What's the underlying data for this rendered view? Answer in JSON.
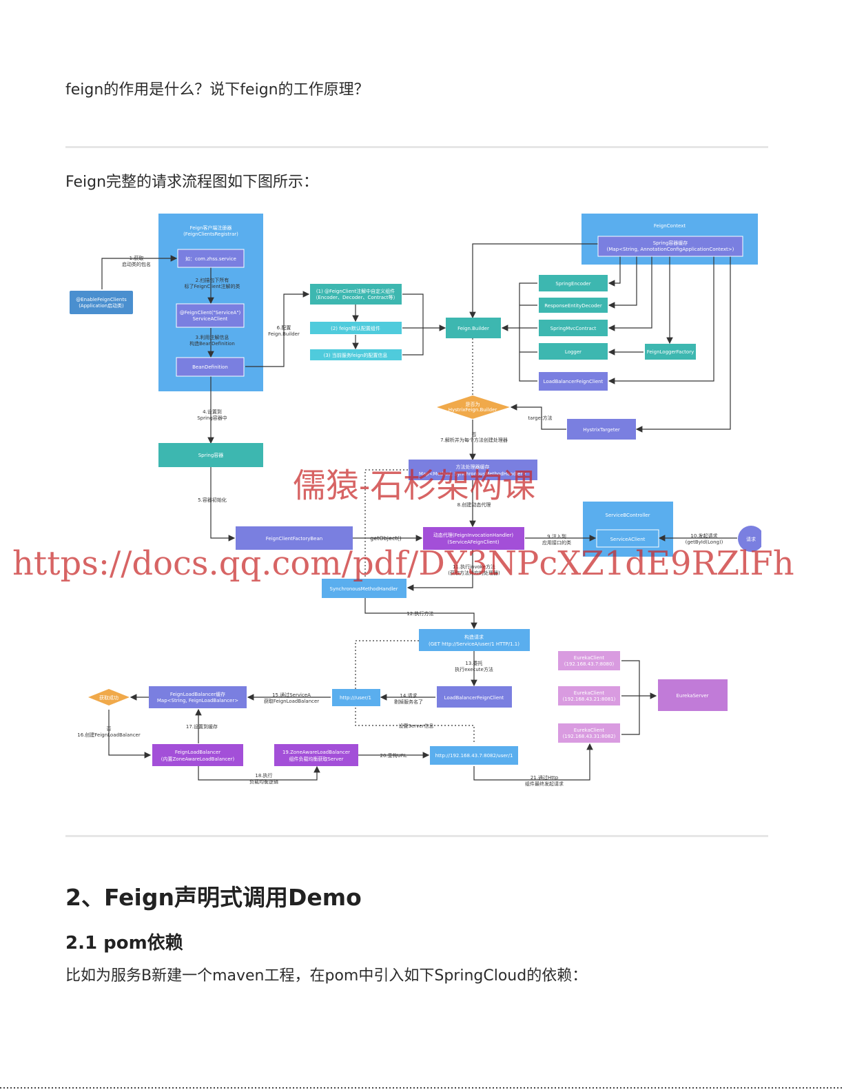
{
  "question": "feign的作用是什么？说下feign的工作原理？",
  "intro": "Feign完整的请求流程图如下图所示：",
  "section_title": "2、Feign声明式调用Demo",
  "subsection_title": "2.1 pom依赖",
  "paragraph": "比如为服务B新建一个maven工程，在pom中引入如下SpringCloud的依赖：",
  "watermark": {
    "line1": "儒猿-石杉架构课",
    "line2": "https://docs.qq.com/pdf/DY3NPcXZ1dE9RZlFh"
  },
  "diagram": {
    "colors": {
      "panel_blue": "#5aaeee",
      "teal": "#3db7b0",
      "cyan": "#4fcbdc",
      "indigo": "#7a7fe0",
      "purple": "#a34fd8",
      "orchid": "#c17bd8",
      "pink": "#d99be0",
      "orange": "#f0a94a",
      "line": "#333333"
    },
    "labels": {
      "registrar_title_1": "Feign客户端注册器",
      "registrar_title_2": "(FeignClientsRegistrar)",
      "pkg": "如：com.zhss.service",
      "enable_1": "@EnableFeignClients",
      "enable_2": "(Application启动类)",
      "step1_1": "1.获取",
      "step1_2": "启动类的包名",
      "step2_1": "2.扫描包下所有",
      "step2_2": "标了FeignClient注解的类",
      "feignclient_1": "@FeignClient(\"ServiceA\")",
      "feignclient_2": "ServiceAClient",
      "step3_1": "3.利用注解信息",
      "step3_2": "构造BeanDefinition",
      "beandef": "BeanDefinition",
      "step4_1": "4.设置到",
      "step4_2": "Spring容器中",
      "spring_container": "Spring容器",
      "step5": "5.容器初始化",
      "factorybean": "FeignClientFactoryBean",
      "getobject": "getObject()",
      "cfg1_1": "(1) @FeignClient注解中自定义组件",
      "cfg1_2": "（Encoder、Decoder、Contract等）",
      "cfg2": "(2) feign默认配置组件",
      "cfg3": "(3) 当前服务feign的配置信息",
      "step6_1": "6.配置",
      "step6_2": "Feign.Builder",
      "builder": "Feign.Builder",
      "context_title": "FeignContext",
      "context_map_1": "Spring容器缓存",
      "context_map_2": "(Map<String, AnnotationConfigApplicationContext>)",
      "enc": "SpringEncoder",
      "dec": "ResponseEntityDecoder",
      "contract": "SpringMvcContract",
      "logger": "Logger",
      "loggerfactory": "FeignLoggerFactory",
      "lbclient": "LoadBalancerFeignClient",
      "diamond_1": "是否为",
      "diamond_2": "HystrixFeign.Builder",
      "target": "target方法",
      "hystrix": "HystrixTargeter",
      "no": "否",
      "step7": "7.解析并为每个方法创建处理器",
      "map_1": "方法处理器缓存",
      "map_2": "Map<Method, SynchronousMethodHandler>",
      "step8": "8.创建动态代理",
      "proxy_1": "动态代理(FeignInvocationHandler)",
      "proxy_2": "(ServiceAFeignClient)",
      "step9_1": "9.注入到",
      "step9_2": "应用接口的类",
      "bcontroller": "ServiceBController",
      "aclient": "ServiceAClient",
      "step10_1": "10.发起请求",
      "step10_2": "(getById(Long))",
      "request": "请求",
      "step11_1": "11.执行invoke方法",
      "step11_2": "(获取方法对应的处理器)",
      "smh": "SynchronousMethodHandler",
      "step12": "12.执行方法",
      "build_req_1": "构造请求",
      "build_req_2": "(GET http://ServiceA/user/1 HTTP/1.1)",
      "step13_1": "13.委托",
      "step13_2": "执行execute方法",
      "lbfc": "LoadBalancerFeignClient",
      "step14_1": "14.请求",
      "step14_2": "剔掉服务名了",
      "uri": "http:///user/1",
      "step15_1": "15.通过ServiceA",
      "step15_2": "获取FeignLoadBalancer",
      "cache_1": "FeignLoadBalancer缓存",
      "cache_2": "Map<String, FeignLoadBalancer>",
      "get_ok": "获取成功",
      "no2": "否",
      "step16": "16.创建FeignLoadBalancer",
      "step17": "17.设置到缓存",
      "flb_1": "FeignLoadBalancer",
      "flb_2": "(内置ZoneAwareLoadBalancer)",
      "step18_1": "18.执行",
      "step18_2": "负载均衡逻辑",
      "zone_1": "19.ZoneAwareLoadBalancer",
      "zone_2": "组件负载均衡获取Server",
      "step20": "20.重构URL",
      "final_url": "http://192.168.43.7:8082/user/1",
      "set_server": "设置Server信息",
      "step21_1": "21.通过Http",
      "step21_2": "组件最终发起请求",
      "eureka1_1": "EurekaClient",
      "eureka1_2": "(192.168.43.7:8080)",
      "eureka2_1": "EurekaClient",
      "eureka2_2": "(192.168.43.21:8081)",
      "eureka3_1": "EurekaClient",
      "eureka3_2": "(192.168.43.31:8082)",
      "eureka_server": "EurekaServer"
    }
  }
}
